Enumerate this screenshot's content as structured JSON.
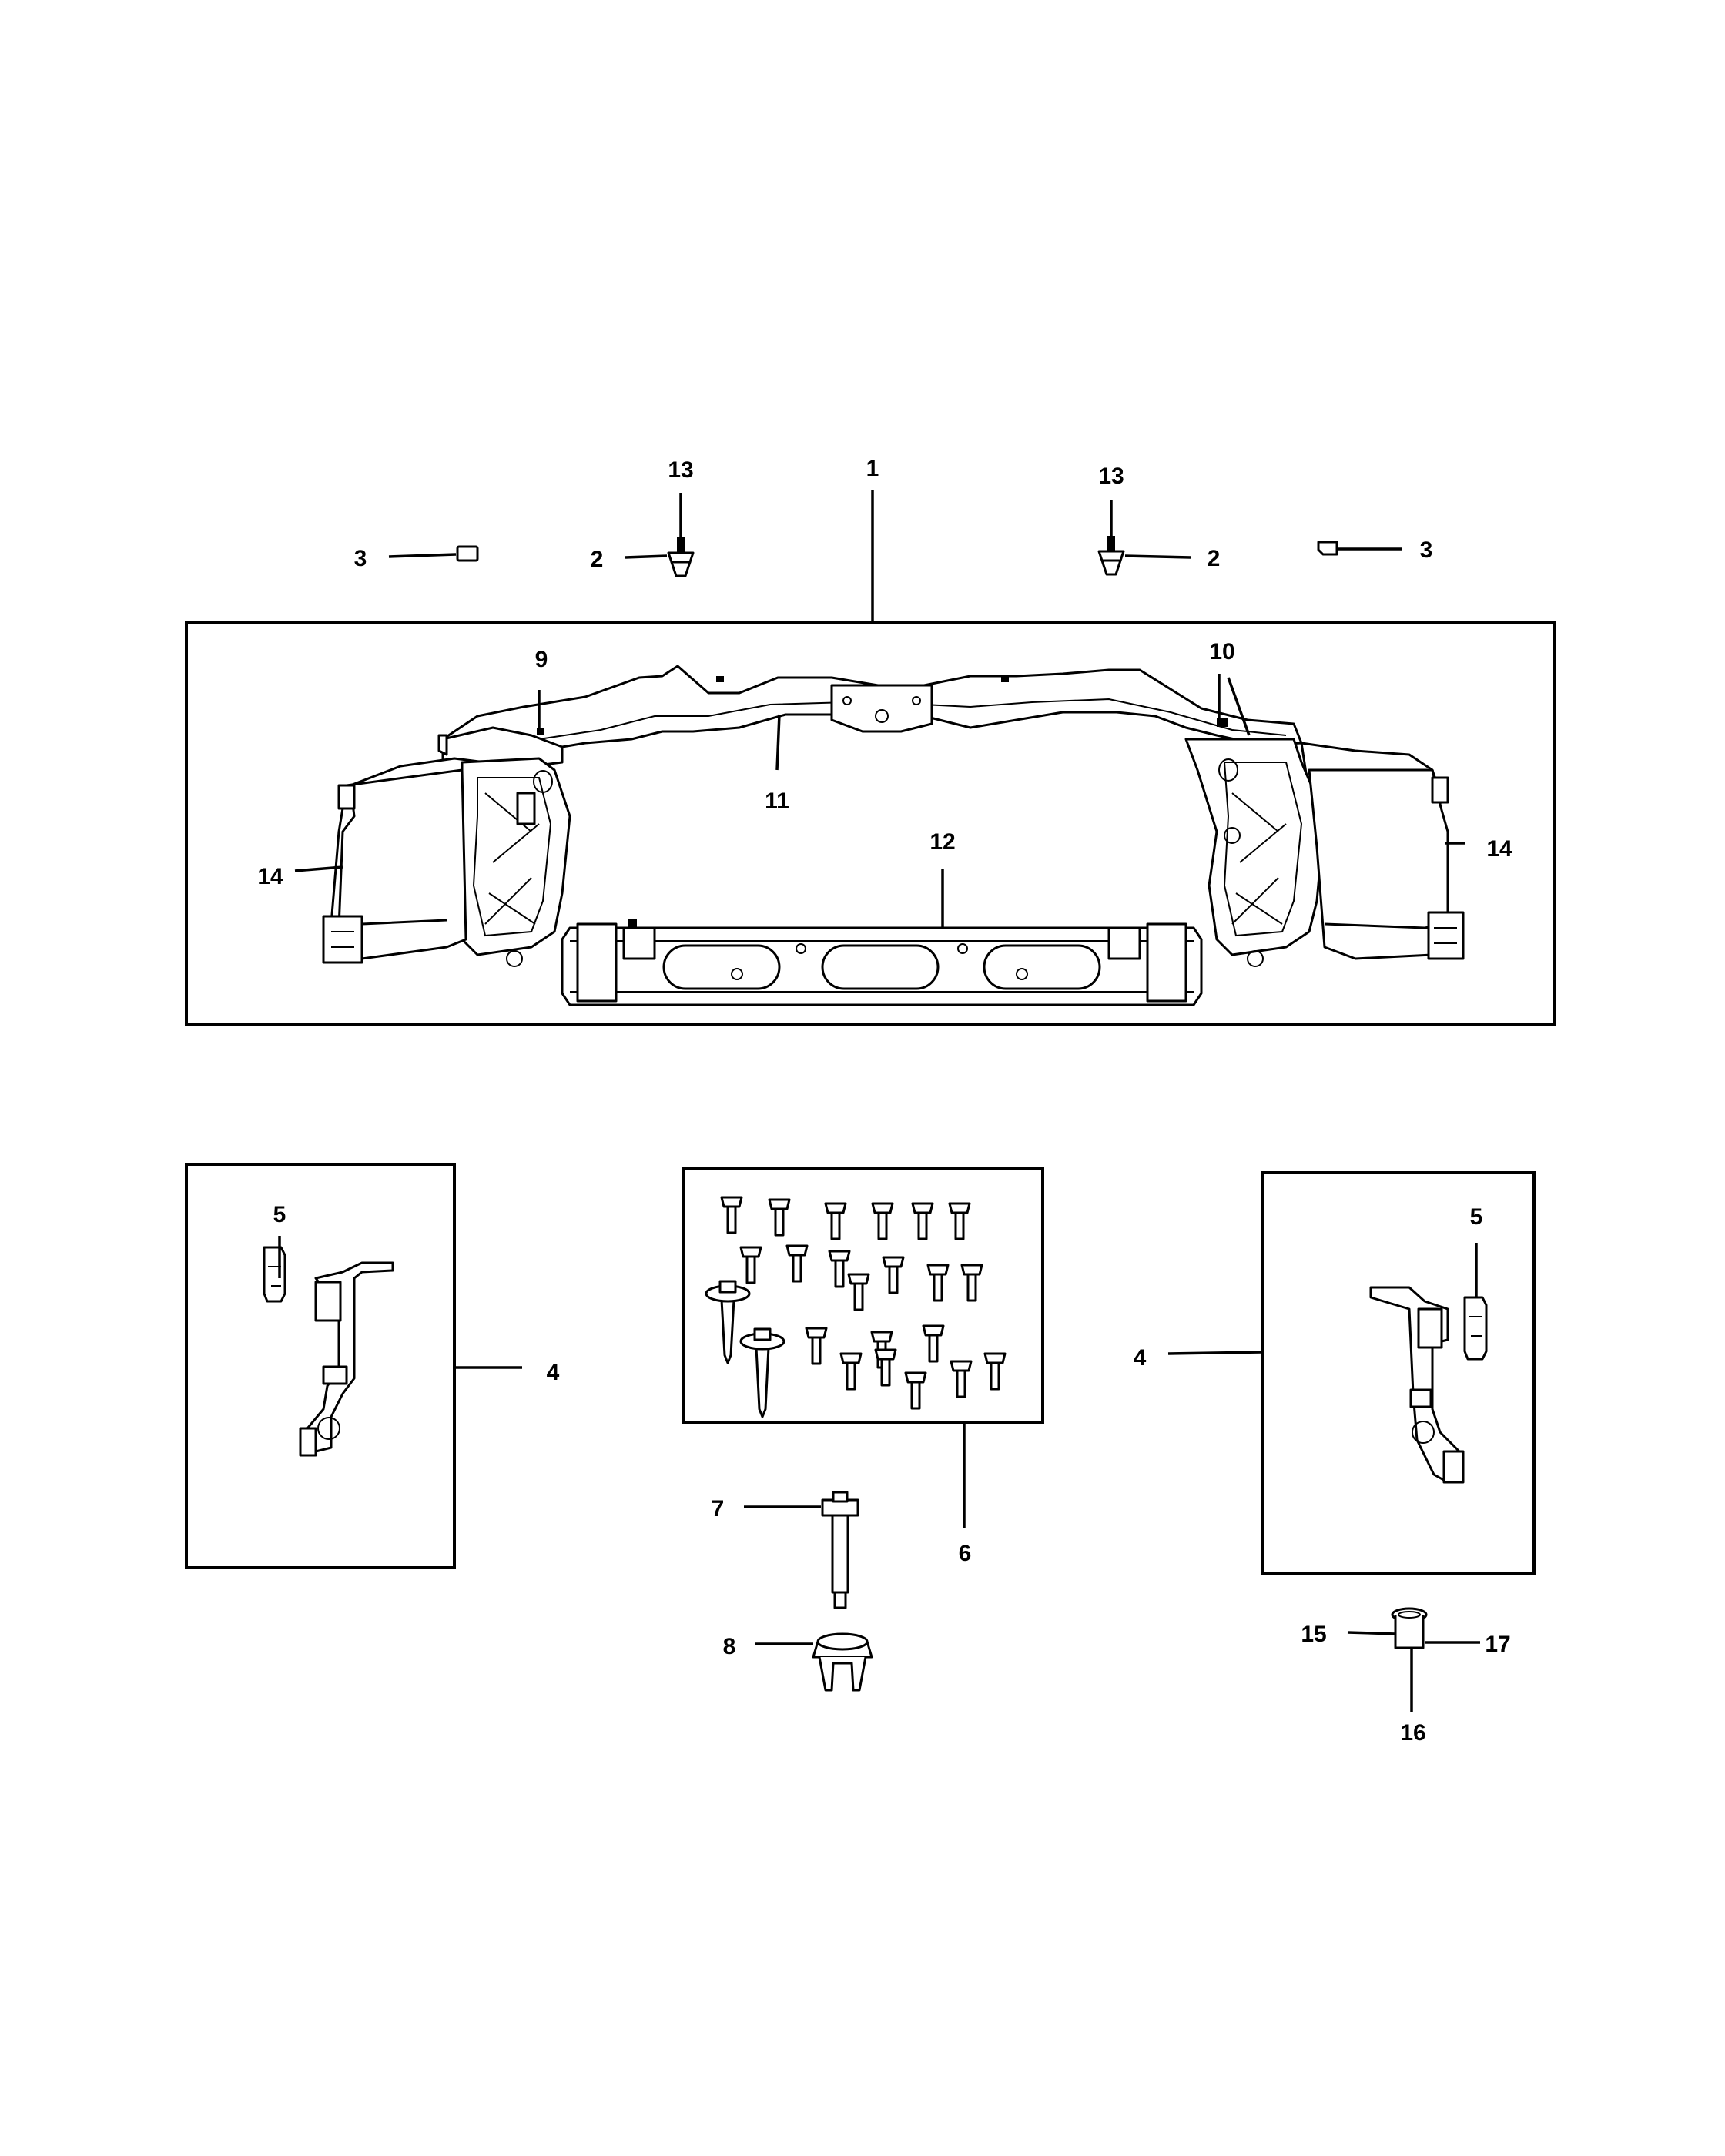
{
  "diagram": {
    "callouts": {
      "c1": "1",
      "c2_left": "2",
      "c2_right": "2",
      "c3_left": "3",
      "c3_right": "3",
      "c4_left": "4",
      "c4_right": "4",
      "c5_left": "5",
      "c5_right": "5",
      "c6": "6",
      "c7": "7",
      "c8": "8",
      "c9": "9",
      "c10": "10",
      "c11": "11",
      "c12": "12",
      "c13_left": "13",
      "c13_right": "13",
      "c14_left": "14",
      "c14_right": "14",
      "c15": "15",
      "c16": "16",
      "c17": "17"
    }
  }
}
